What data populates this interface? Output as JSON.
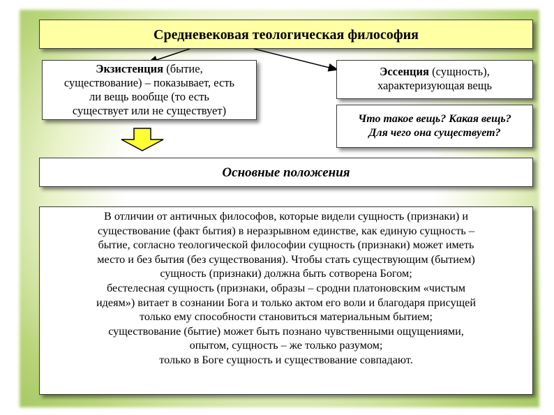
{
  "title": "Средневековая теологическая философия",
  "existence": {
    "term": "Экзистенция",
    "lines": [
      " (бытие,",
      "существование) – показывает, есть",
      "ли вещь вообще (то есть",
      "существует или не существует)"
    ]
  },
  "essence": {
    "term": "Эссенция",
    "lines": [
      " (сущность),",
      "характеризующая вещь"
    ]
  },
  "question": {
    "lines": [
      "Что такое вещь? Какая вещь?",
      "Для чего она существует?"
    ]
  },
  "main_heading": "Основные положения",
  "body_lines": [
    "В отличии от античных философов, которые видели сущность (признаки) и",
    "существование (факт бытия) в неразрывном единстве, как единую сущность –",
    "бытие, согласно теологической философии сущность (признаки) может иметь",
    "место и без бытия (без существования). Чтобы стать существующим (бытием)",
    "сущность (признаки) должна быть сотворена Богом;",
    "бестелесная сущность (признаки, образы – сродни платоновским «чистым",
    "идеям») витает в сознании Бога и только актом его воли и благодаря присущей",
    "только ему способности становиться материальным бытием;",
    "существование (бытие) может быть познано чувственными ощущениями,",
    "опытом, сущность – же только разумом;",
    "только в Боге сущность и существование совпадают."
  ],
  "colors": {
    "title_fill": "#ffffa3",
    "arrow_fill": "#ffff33",
    "background_glow": "#a7c964"
  }
}
